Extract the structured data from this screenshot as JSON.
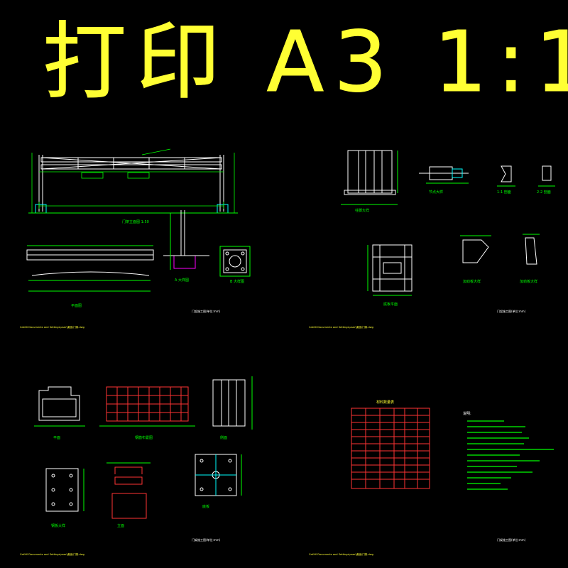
{
  "banner": {
    "text": "打印 A3 1:1",
    "color": "#ffff33"
  },
  "colors": {
    "background": "#000000",
    "line_white": "#ffffff",
    "line_cyan": "#00ffff",
    "line_green": "#00ff00",
    "line_red": "#ff3333",
    "line_magenta": "#ff00ff",
    "text_yellow": "#ffff33"
  },
  "sheets": {
    "sheet1": {
      "title": "门架立面图 1:50",
      "label_elevation": "立面图",
      "label_plan": "平面图",
      "label_detail_a": "A 大样图",
      "label_detail_b": "B 大样图",
      "footer_path": "CatXX Documents and Settings\\user\\桌面\\门架.dwg",
      "titleblock": "门架施工图(单位:mm)"
    },
    "sheet2": {
      "title": "柱脚大样图",
      "label_detail_1": "柱脚大样",
      "label_detail_2": "节点大样",
      "label_section_1": "1-1 剖面",
      "label_section_2": "2-2 剖面",
      "label_plan": "底板平面",
      "label_stiff_1": "加劲板大样",
      "label_stiff_2": "加劲板大样",
      "footer_path": "CatXX Documents and Settings\\user\\桌面\\门架.dwg",
      "titleblock": "门架施工图(单位:mm)"
    },
    "sheet3": {
      "label_plan": "平面",
      "label_elev": "立面",
      "label_side": "侧面",
      "label_rebar": "钢筋布置图",
      "label_plate": "钢板大样",
      "label_base": "底板",
      "footer_path": "CatXX Documents and Settings\\user\\桌面\\门架.dwg",
      "titleblock": "门架施工图(单位:mm)"
    },
    "sheet4": {
      "table_title": "材料数量表",
      "notes_title": "说明:",
      "footer_path": "CatXX Documents and Settings\\user\\桌面\\门架.dwg",
      "titleblock": "门架施工图(单位:mm)"
    }
  }
}
